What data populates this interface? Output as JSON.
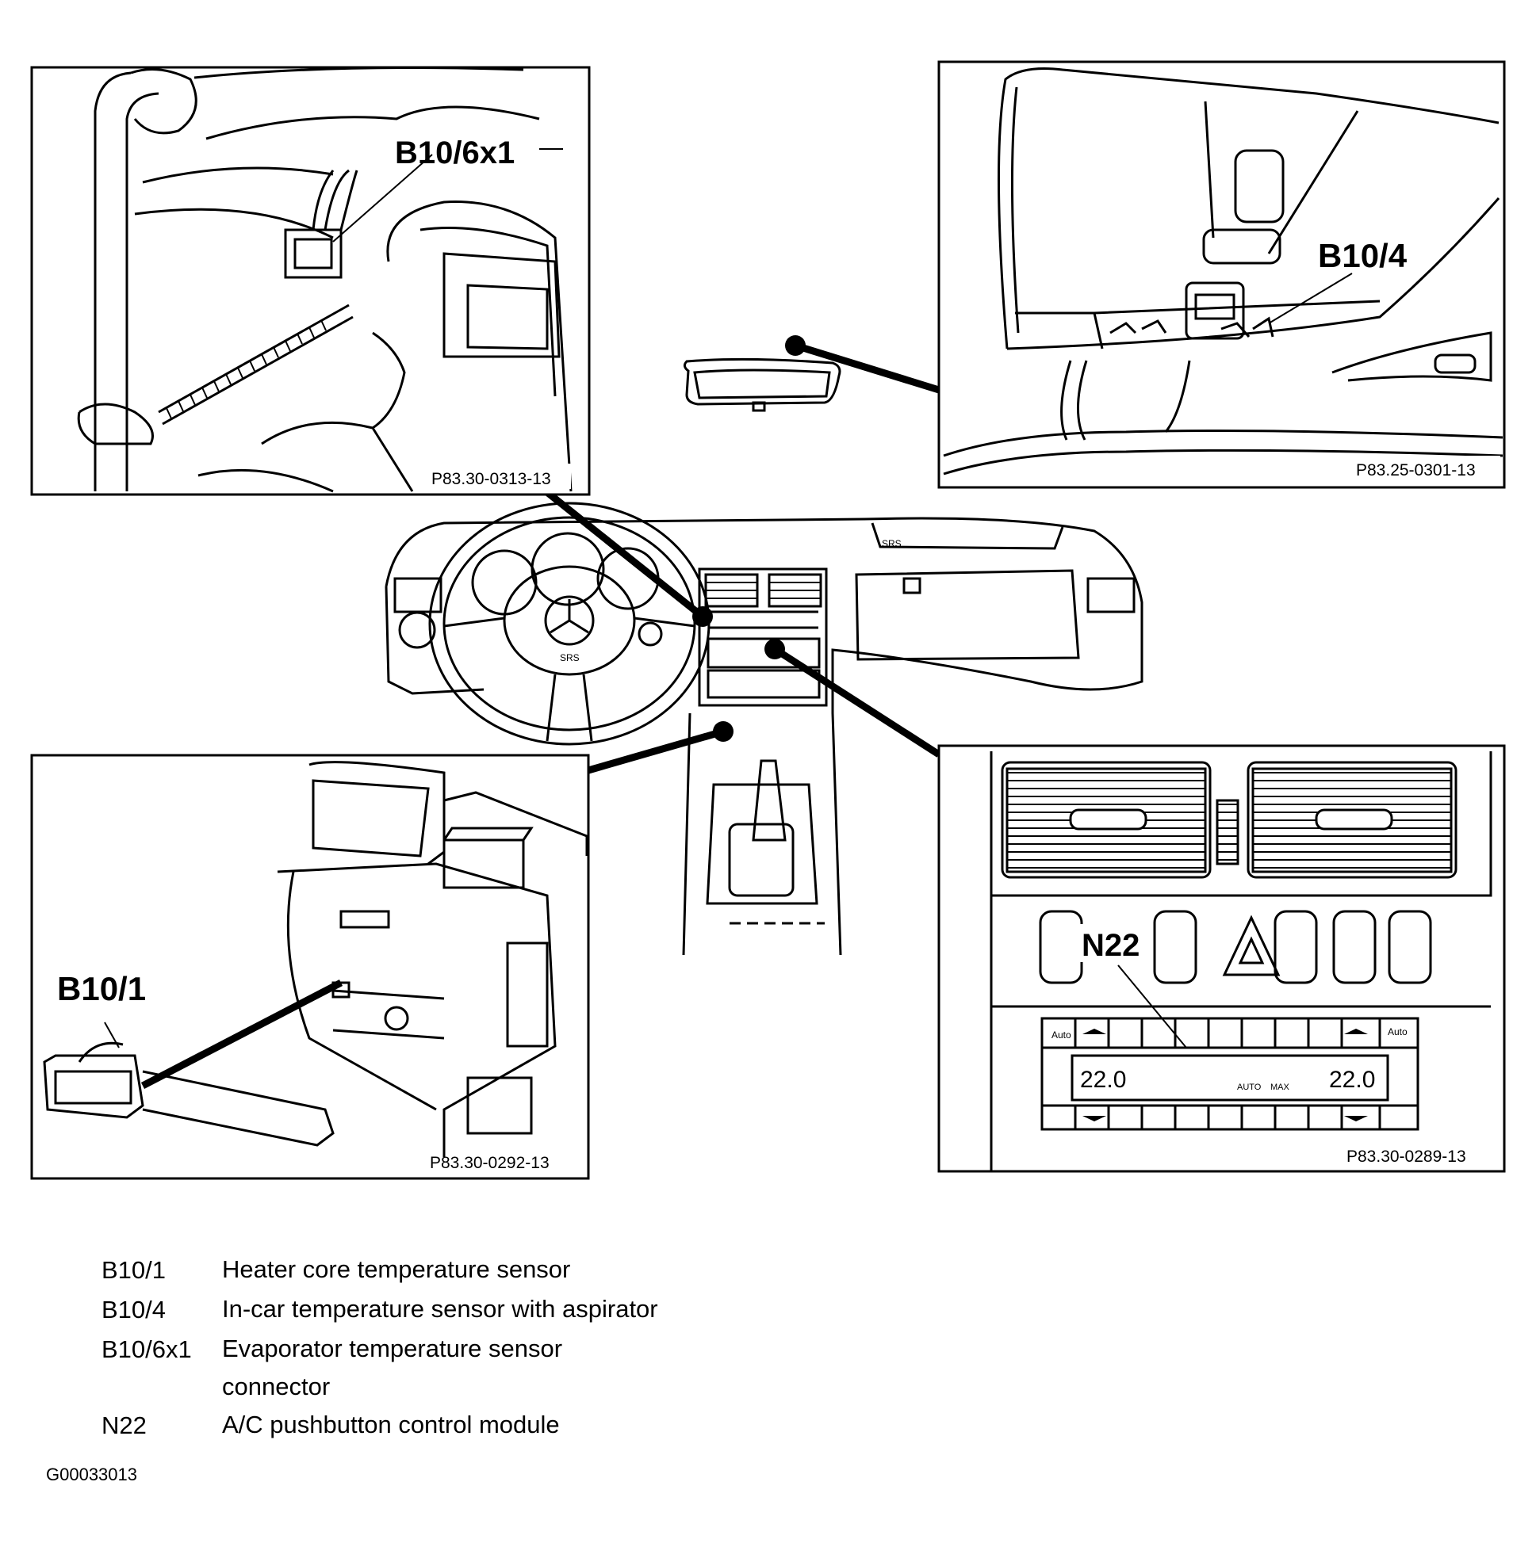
{
  "panels": {
    "top_left": {
      "callout": "B10/6x1",
      "figure_code": "P83.30-0313-13"
    },
    "top_right": {
      "callout": "B10/4",
      "figure_code": "P83.25-0301-13"
    },
    "bottom_left": {
      "callout": "B10/1",
      "figure_code": "P83.30-0292-13"
    },
    "bottom_right": {
      "callout": "N22",
      "figure_code": "P83.30-0289-13"
    }
  },
  "dashboard": {
    "srs_badge": "SRS",
    "wheel_badge": "SRS"
  },
  "climate_display": {
    "left_temp": "22.0",
    "right_temp": "22.0",
    "auto_label": "AUTO",
    "max_label": "MAX",
    "btn_auto_left": "Auto",
    "btn_auto_right": "Auto"
  },
  "legend": [
    {
      "code": "B10/1",
      "description": "Heater core temperature sensor"
    },
    {
      "code": "B10/4",
      "description": "In-car temperature sensor with aspirator"
    },
    {
      "code": "B10/6x1",
      "description": "Evaporator temperature sensor connector"
    },
    {
      "code": "N22",
      "description": "A/C pushbutton control module"
    }
  ],
  "figure_id": "G00033013"
}
